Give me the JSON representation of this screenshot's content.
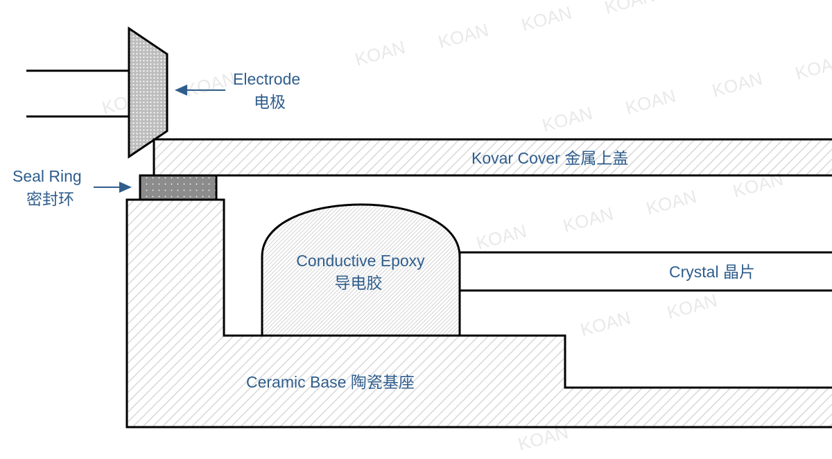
{
  "watermark": "KOAN",
  "colors": {
    "label": "#2f5d8c",
    "outline": "#000000",
    "hatch": "#d4d4d4",
    "seal_ring": "#8a8a8a",
    "electrode": "#bdbdbd"
  },
  "labels": {
    "electrode_en": "Electrode",
    "electrode_zh": "电极",
    "seal_ring_en": "Seal Ring",
    "seal_ring_zh": "密封环",
    "kovar_cover": "Kovar Cover 金属上盖",
    "epoxy_en": "Conductive Epoxy",
    "epoxy_zh": "导电胶",
    "crystal": "Crystal 晶片",
    "ceramic_base": "Ceramic Base 陶瓷基座"
  }
}
